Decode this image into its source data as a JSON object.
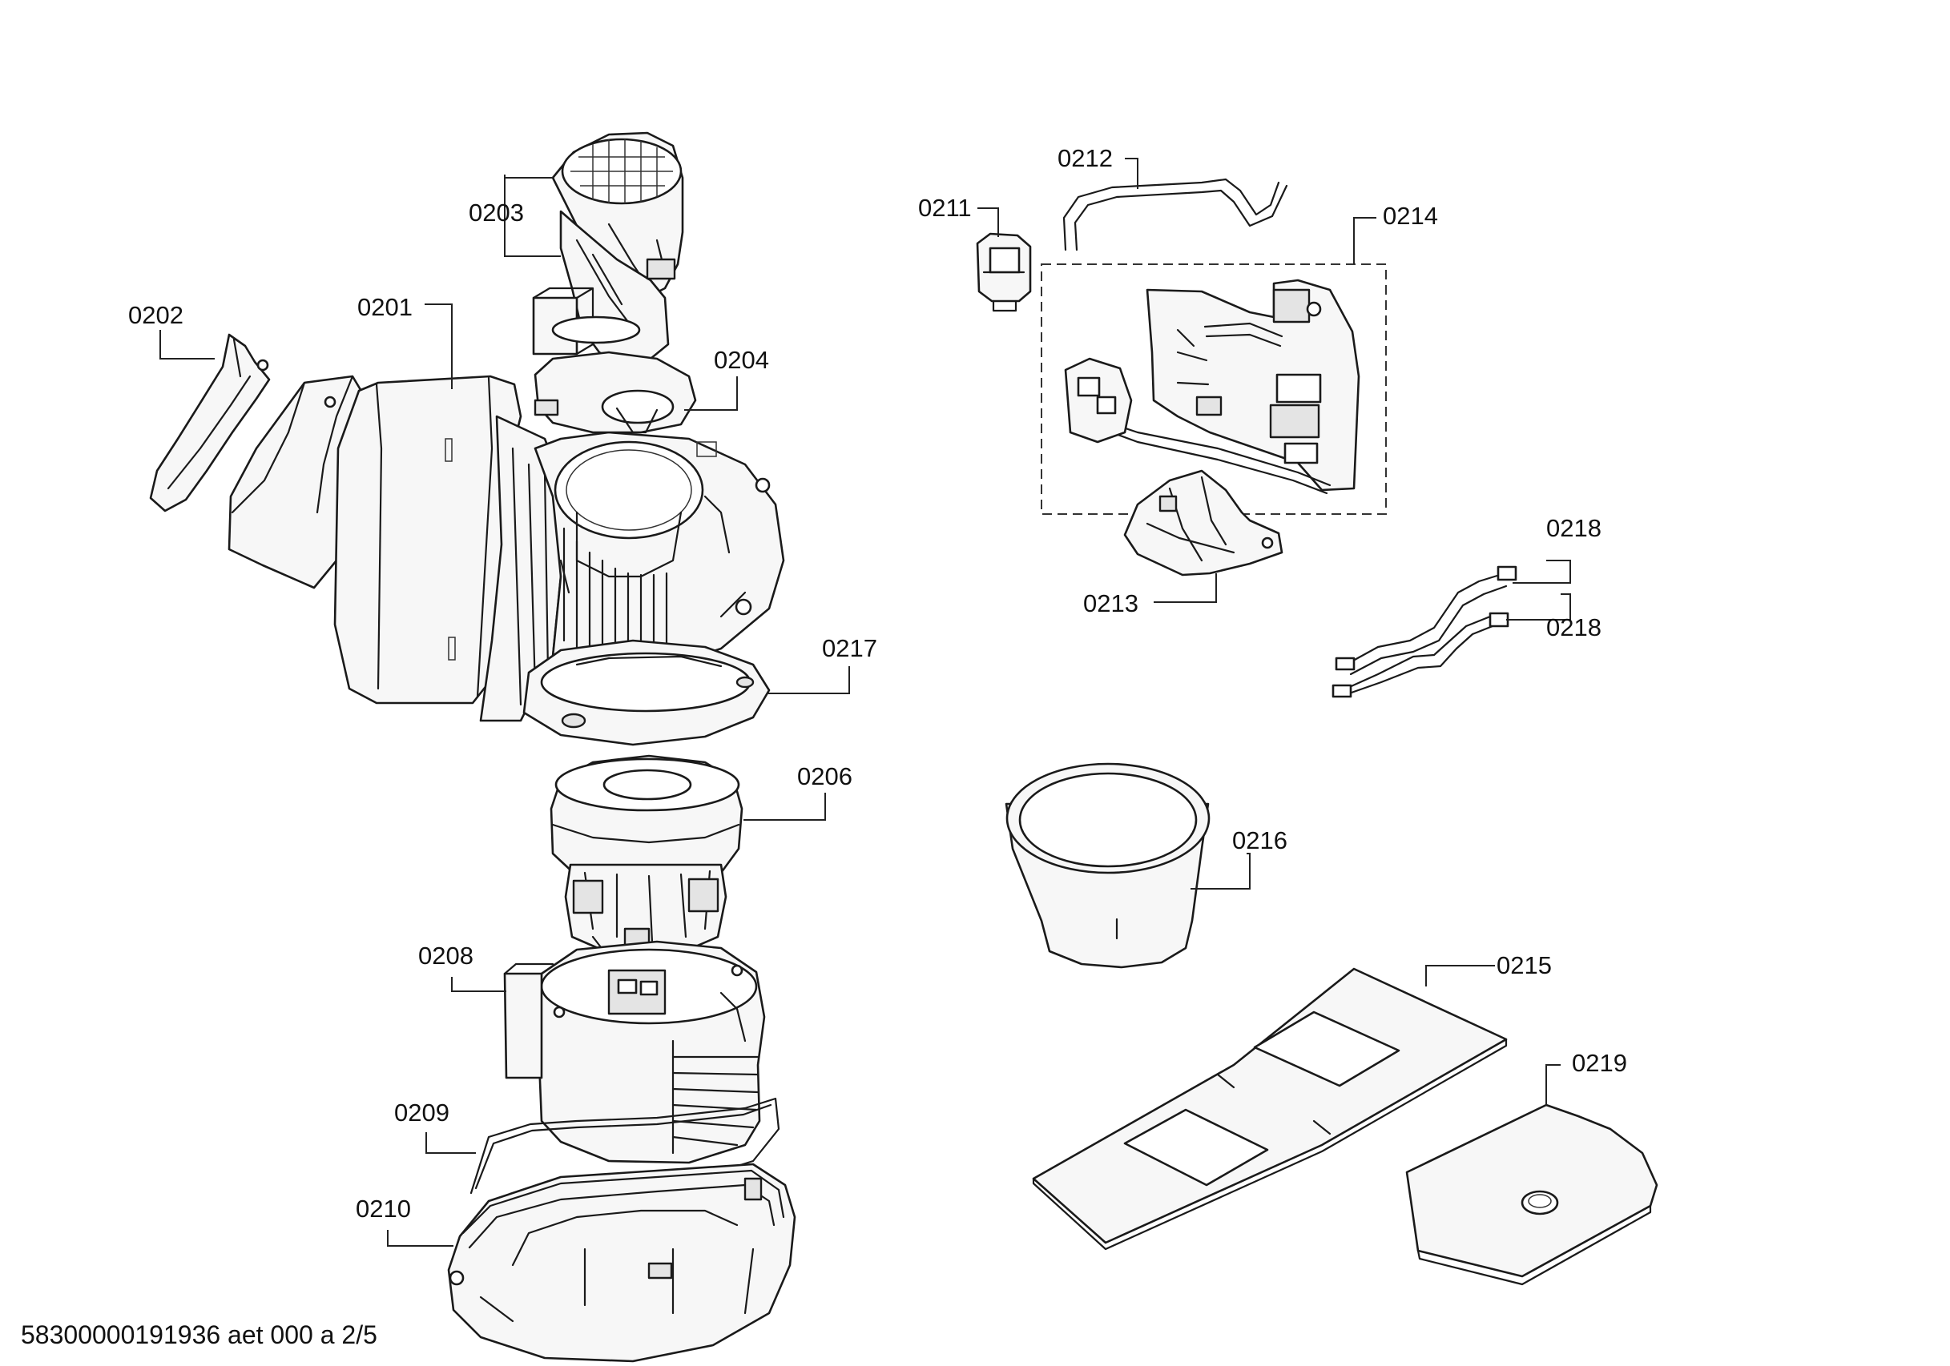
{
  "diagram": {
    "labels": {
      "p0201": "0201",
      "p0202": "0202",
      "p0203": "0203",
      "p0204": "0204",
      "p0206": "0206",
      "p0208": "0208",
      "p0209": "0209",
      "p0210": "0210",
      "p0211": "0211",
      "p0212": "0212",
      "p0213": "0213",
      "p0214": "0214",
      "p0215": "0215",
      "p0216": "0216",
      "p0217": "0217",
      "p0218a": "0218",
      "p0218b": "0218",
      "p0219": "0219"
    },
    "footer": "58300000191936 aet 000 a 2/5"
  }
}
